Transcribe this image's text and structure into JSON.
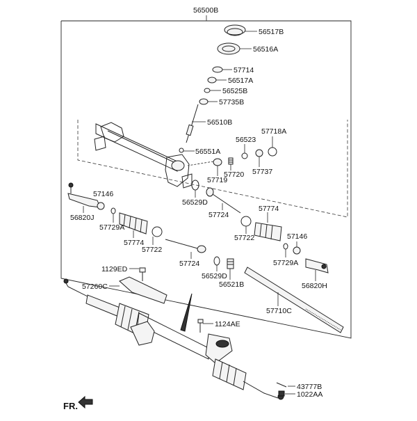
{
  "labels": {
    "p56500B": "56500B",
    "p56517B": "56517B",
    "p56516A": "56516A",
    "p57714": "57714",
    "p56517A": "56517A",
    "p56525B": "56525B",
    "p57735B": "57735B",
    "p56510B": "56510B",
    "p56523": "56523",
    "p57718A": "57718A",
    "p56551A": "56551A",
    "p57720": "57720",
    "p57737": "57737",
    "p57719": "57719",
    "p57146a": "57146",
    "p56820J": "56820J",
    "p56529Da": "56529D",
    "p57729Aa": "57729A",
    "p57724a": "57724",
    "p57774a": "57774",
    "p57774b": "57774",
    "p57722a": "57722",
    "p57722b": "57722",
    "p57146b": "57146",
    "p57724b": "57724",
    "p57729Ab": "57729A",
    "p1129ED": "1129ED",
    "p56529Db": "56529D",
    "p56521B": "56521B",
    "p56820H": "56820H",
    "p57260C": "57260C",
    "p57710C": "57710C",
    "p1124AE": "1124AE",
    "p43777B": "43777B",
    "p1022AA": "1022AA",
    "fr": "FR."
  }
}
